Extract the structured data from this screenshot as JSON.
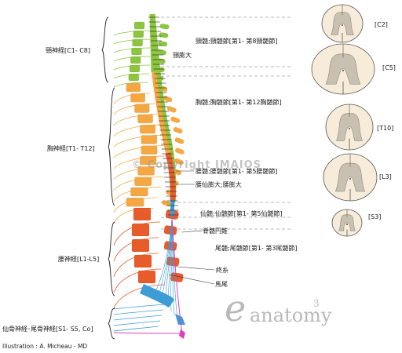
{
  "groups": {
    "cervical": "頸神経[C1- C8]",
    "thoracic": "胸神経[T1- T12]",
    "lumbar": "腰神経[L1-L5]",
    "sacral": "仙骨神経･尾骨神経[S1- S5, Co]"
  },
  "labels": {
    "cervical_cord": "頸髄;頸髄節[第1- 第8頸髄節]",
    "cervical_enlargement": "頸膨大",
    "thoracic_cord": "胸髄;胸髄節[第1- 第12胸髄節]",
    "lumbar_cord": "腰髄;腰髄節[第1- 第5腰髄節]",
    "lumbosacral_enlargement": "腰仙膨大;腰膨大",
    "sacral_cord": "仙髄;仙髄節[第1- 第5仙髄節]",
    "conus": "脊髄円錐",
    "coccygeal_cord": "尾髄;尾髄節[第1- 第3尾髄節]",
    "filum": "終糸",
    "cauda": "馬尾"
  },
  "sections": [
    "[C2]",
    "[C5]",
    "[T10]",
    "[L3]",
    "[S3]"
  ],
  "credit": "Illustration : A. Micheau - MD",
  "watermark": {
    "copyright": "© Copyright IMAIOS",
    "brand": "anatomy",
    "sup": "3"
  },
  "colors": {
    "cervical": "#8cc63f",
    "thoracic": "#f5a742",
    "lumbar": "#e85c2a",
    "sacral": "#3d9bd6",
    "coccygeal": "#e040c0",
    "cord_section": "#f7ecd9",
    "grey_matter": "#c8c0b0"
  }
}
